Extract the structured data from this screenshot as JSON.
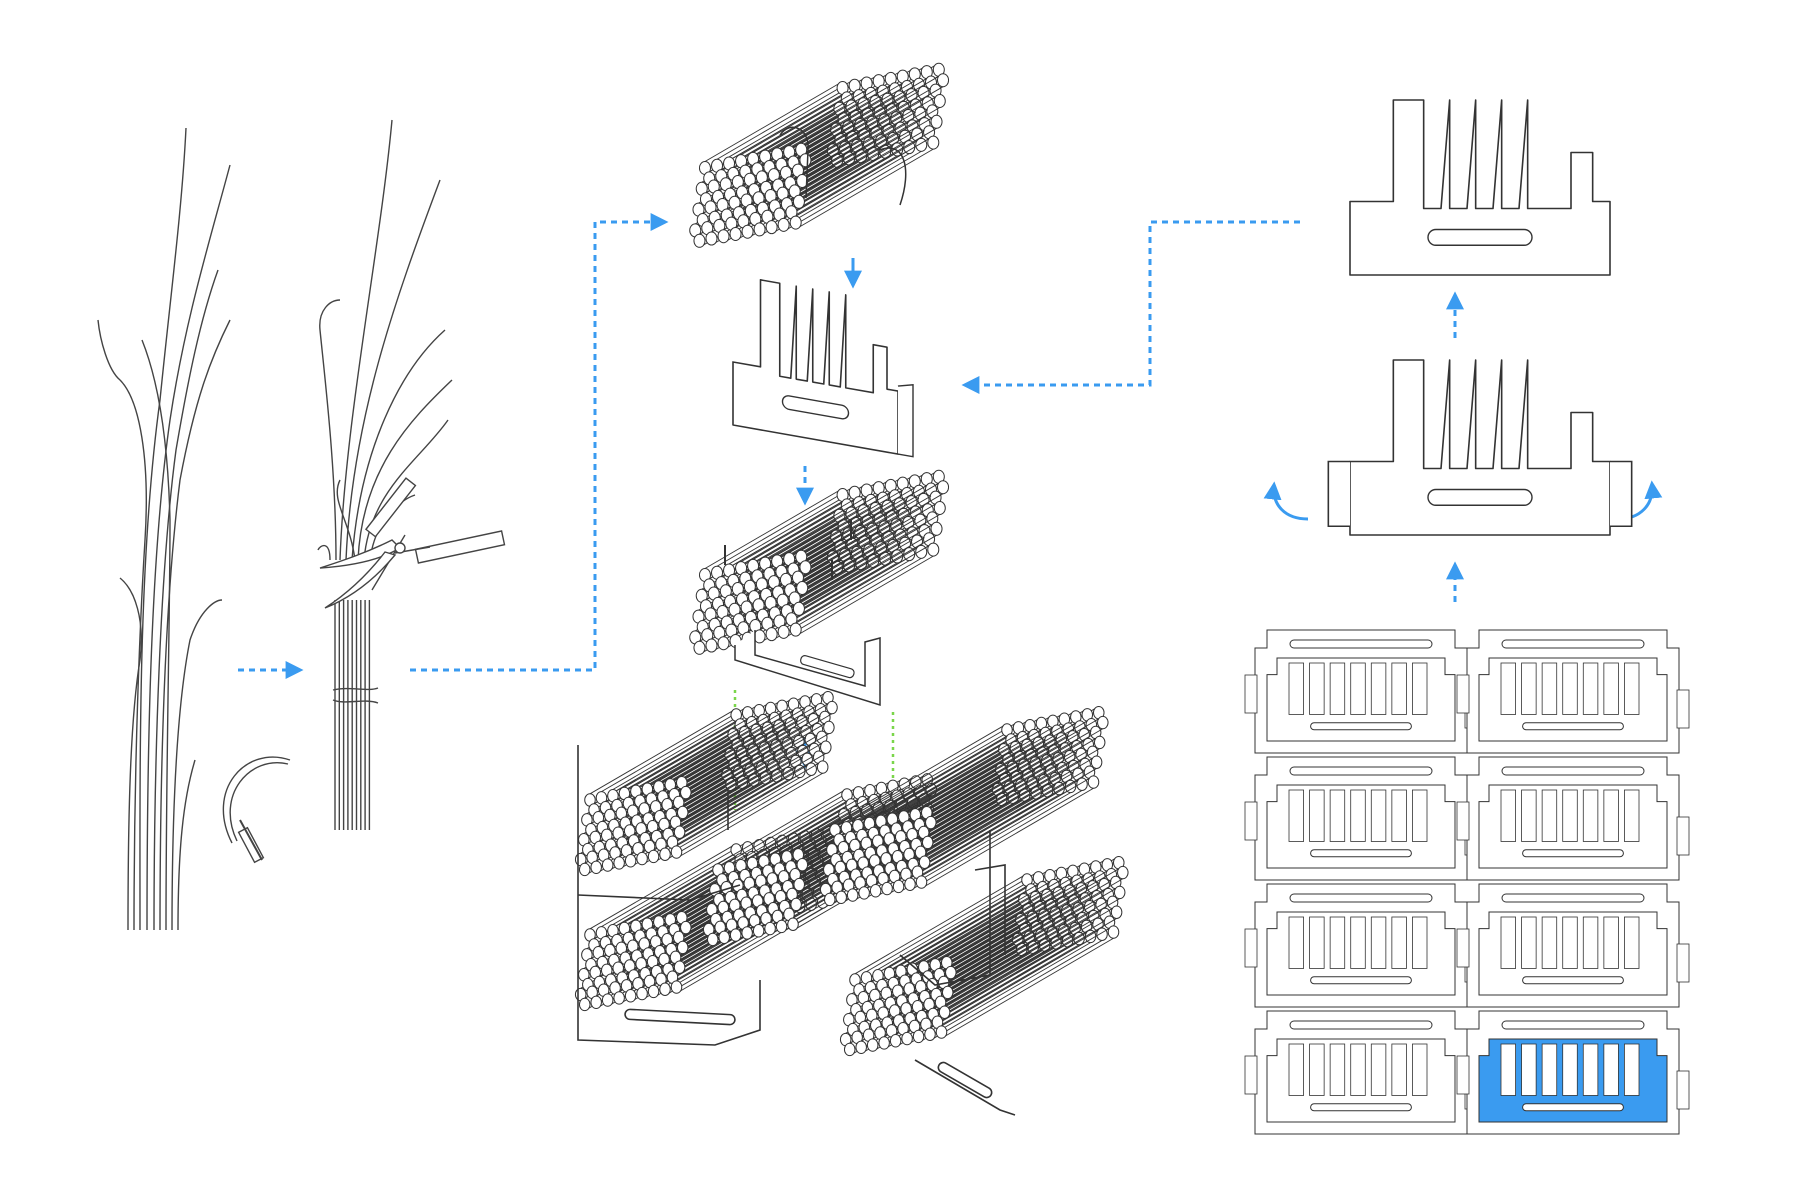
{
  "diagram": {
    "kind": "process-illustration",
    "text_labels": [],
    "colors": {
      "line": "#333333",
      "flow_arrow": "#3a9bf0",
      "alignment_guide": "#7ad64a",
      "highlight_fill": "#3a9bf0",
      "background": "#ffffff"
    },
    "stages": [
      {
        "id": "reed-growing",
        "icon": "reed-plant-icon"
      },
      {
        "id": "reed-cut",
        "icon": "pruning-shears-icon"
      },
      {
        "id": "reed-bundle",
        "icon": "bundle-icon"
      },
      {
        "id": "bracket",
        "icon": "bracket-icon"
      },
      {
        "id": "bundle-in-bracket",
        "icon": "assembly-icon"
      },
      {
        "id": "stacked-assembly",
        "icon": "stack-icon"
      },
      {
        "id": "bracket-final",
        "icon": "bracket-icon"
      },
      {
        "id": "bracket-folding",
        "icon": "fold-arrow-icon"
      },
      {
        "id": "cut-sheet",
        "icon": "nesting-sheet-icon"
      }
    ],
    "cut_sheet": {
      "rows": 4,
      "cols": 2,
      "highlighted_piece": "row-4-col-2"
    }
  }
}
